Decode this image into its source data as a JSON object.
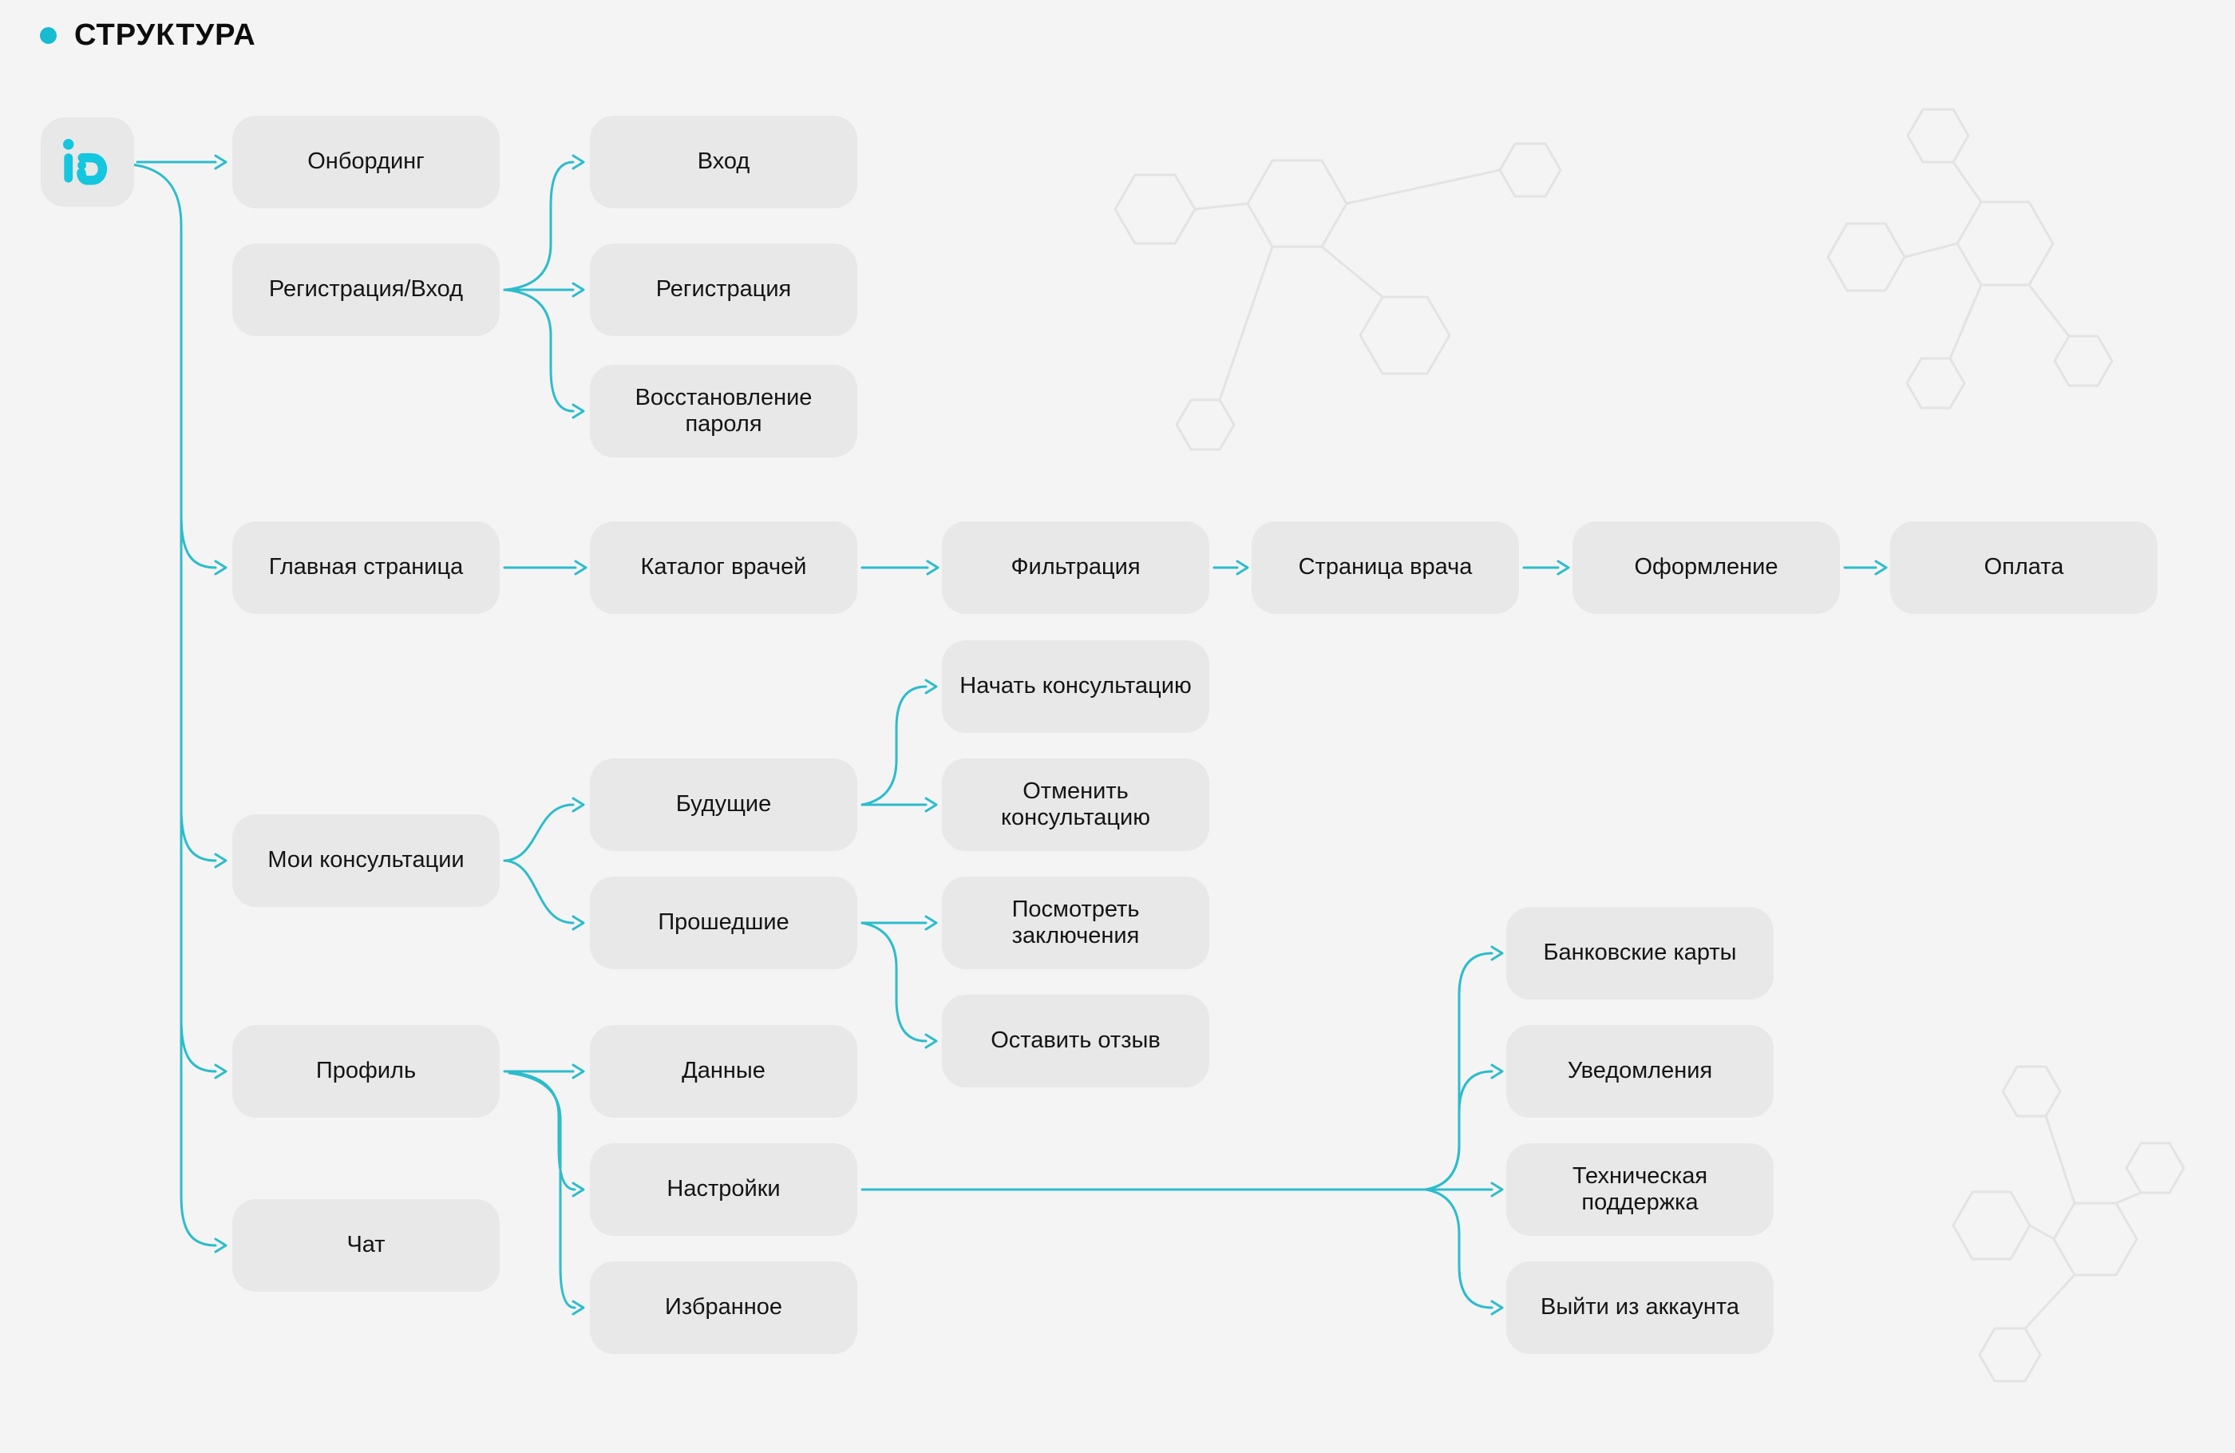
{
  "page": {
    "title": "СТРУКТУРА"
  },
  "logo": {
    "text": "iD"
  },
  "colors": {
    "background": "#f4f4f5",
    "node_fill": "#e8e8e9",
    "connector_accent": "#2dbccb",
    "logo_accent": "#14c6de",
    "title_dot": "#17bcd2",
    "decoration": "#e3e3e4",
    "text": "#141414"
  },
  "sitemap": {
    "nodes": [
      {
        "id": "onboarding",
        "label": "Онбординг"
      },
      {
        "id": "auth",
        "label": "Регистрация/Вход"
      },
      {
        "id": "login",
        "label": "Вход"
      },
      {
        "id": "register",
        "label": "Регистрация"
      },
      {
        "id": "password-recovery",
        "label": "Восстановление пароля"
      },
      {
        "id": "home",
        "label": "Главная страница"
      },
      {
        "id": "doctors-catalog",
        "label": "Каталог врачей"
      },
      {
        "id": "filtering",
        "label": "Фильтрация"
      },
      {
        "id": "doctor-page",
        "label": "Страница врача"
      },
      {
        "id": "checkout",
        "label": "Оформление"
      },
      {
        "id": "payment",
        "label": "Оплата"
      },
      {
        "id": "my-consultations",
        "label": "Мои консультации"
      },
      {
        "id": "upcoming",
        "label": "Будущие"
      },
      {
        "id": "start-consultation",
        "label": "Начать консультацию"
      },
      {
        "id": "cancel-consultation",
        "label": "Отменить консультацию"
      },
      {
        "id": "past",
        "label": "Прошедшие"
      },
      {
        "id": "view-conclusions",
        "label": "Посмотреть заключения"
      },
      {
        "id": "leave-review",
        "label": "Оставить отзыв"
      },
      {
        "id": "profile",
        "label": "Профиль"
      },
      {
        "id": "data",
        "label": "Данные"
      },
      {
        "id": "settings",
        "label": "Настройки"
      },
      {
        "id": "favorites",
        "label": "Избранное"
      },
      {
        "id": "chat",
        "label": "Чат"
      },
      {
        "id": "bank-cards",
        "label": "Банковские карты"
      },
      {
        "id": "notifications",
        "label": "Уведомления"
      },
      {
        "id": "tech-support",
        "label": "Техническая поддержка"
      },
      {
        "id": "logout",
        "label": "Выйти из аккаунта"
      }
    ],
    "edges": [
      {
        "from": "logo",
        "to": "onboarding",
        "style": "straight"
      },
      {
        "from": "logo",
        "to": "home",
        "style": "trunk-branch"
      },
      {
        "from": "logo",
        "to": "my-consultations",
        "style": "trunk-branch"
      },
      {
        "from": "logo",
        "to": "profile",
        "style": "trunk-branch"
      },
      {
        "from": "logo",
        "to": "chat",
        "style": "trunk-end"
      },
      {
        "from": "auth",
        "to": "login",
        "style": "curve-up"
      },
      {
        "from": "auth",
        "to": "register",
        "style": "straight"
      },
      {
        "from": "auth",
        "to": "password-recovery",
        "style": "curve-down"
      },
      {
        "from": "home",
        "to": "doctors-catalog",
        "style": "straight"
      },
      {
        "from": "doctors-catalog",
        "to": "filtering",
        "style": "straight"
      },
      {
        "from": "filtering",
        "to": "doctor-page",
        "style": "straight"
      },
      {
        "from": "doctor-page",
        "to": "checkout",
        "style": "straight"
      },
      {
        "from": "checkout",
        "to": "payment",
        "style": "straight"
      },
      {
        "from": "my-consultations",
        "to": "upcoming",
        "style": "curve-up"
      },
      {
        "from": "my-consultations",
        "to": "past",
        "style": "curve-down"
      },
      {
        "from": "upcoming",
        "to": "start-consultation",
        "style": "curve-up"
      },
      {
        "from": "upcoming",
        "to": "cancel-consultation",
        "style": "straight"
      },
      {
        "from": "past",
        "to": "view-conclusions",
        "style": "straight"
      },
      {
        "from": "past",
        "to": "leave-review",
        "style": "curve-down"
      },
      {
        "from": "profile",
        "to": "data",
        "style": "straight"
      },
      {
        "from": "profile",
        "to": "settings",
        "style": "curve-down"
      },
      {
        "from": "profile",
        "to": "favorites",
        "style": "curve-down"
      },
      {
        "from": "settings",
        "to": "bank-cards",
        "style": "fan-up"
      },
      {
        "from": "settings",
        "to": "notifications",
        "style": "fan-up"
      },
      {
        "from": "settings",
        "to": "tech-support",
        "style": "straight"
      },
      {
        "from": "settings",
        "to": "logout",
        "style": "fan-down"
      }
    ]
  }
}
